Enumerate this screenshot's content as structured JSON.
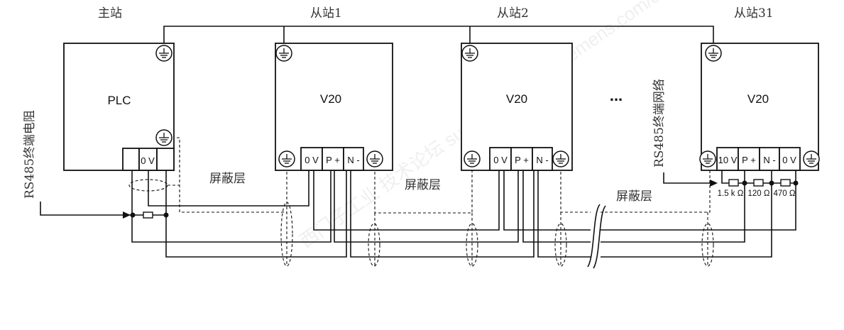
{
  "title_labels": {
    "master": "主站",
    "slave1": "从站1",
    "slave2": "从站2",
    "slave31": "从站31"
  },
  "devices": {
    "plc": "PLC",
    "v20_1": "V20",
    "v20_2": "V20",
    "v20_31": "V20"
  },
  "terminals": {
    "plc_0v": "0 V",
    "v20_0v": "0 V",
    "v20_p": "P +",
    "v20_n": "N -",
    "v20_10v": "10 V"
  },
  "shield_label": "屏蔽层",
  "ellipsis": "...",
  "rs485_termination_resistor": "RS485终端电阻",
  "rs485_termination_network": "RS485终端网络",
  "resistors": [
    "1.5 k Ω",
    "120 Ω",
    "470 Ω"
  ],
  "watermark": "西门子工业 技术论坛 support.industry.siemens.com/cs"
}
